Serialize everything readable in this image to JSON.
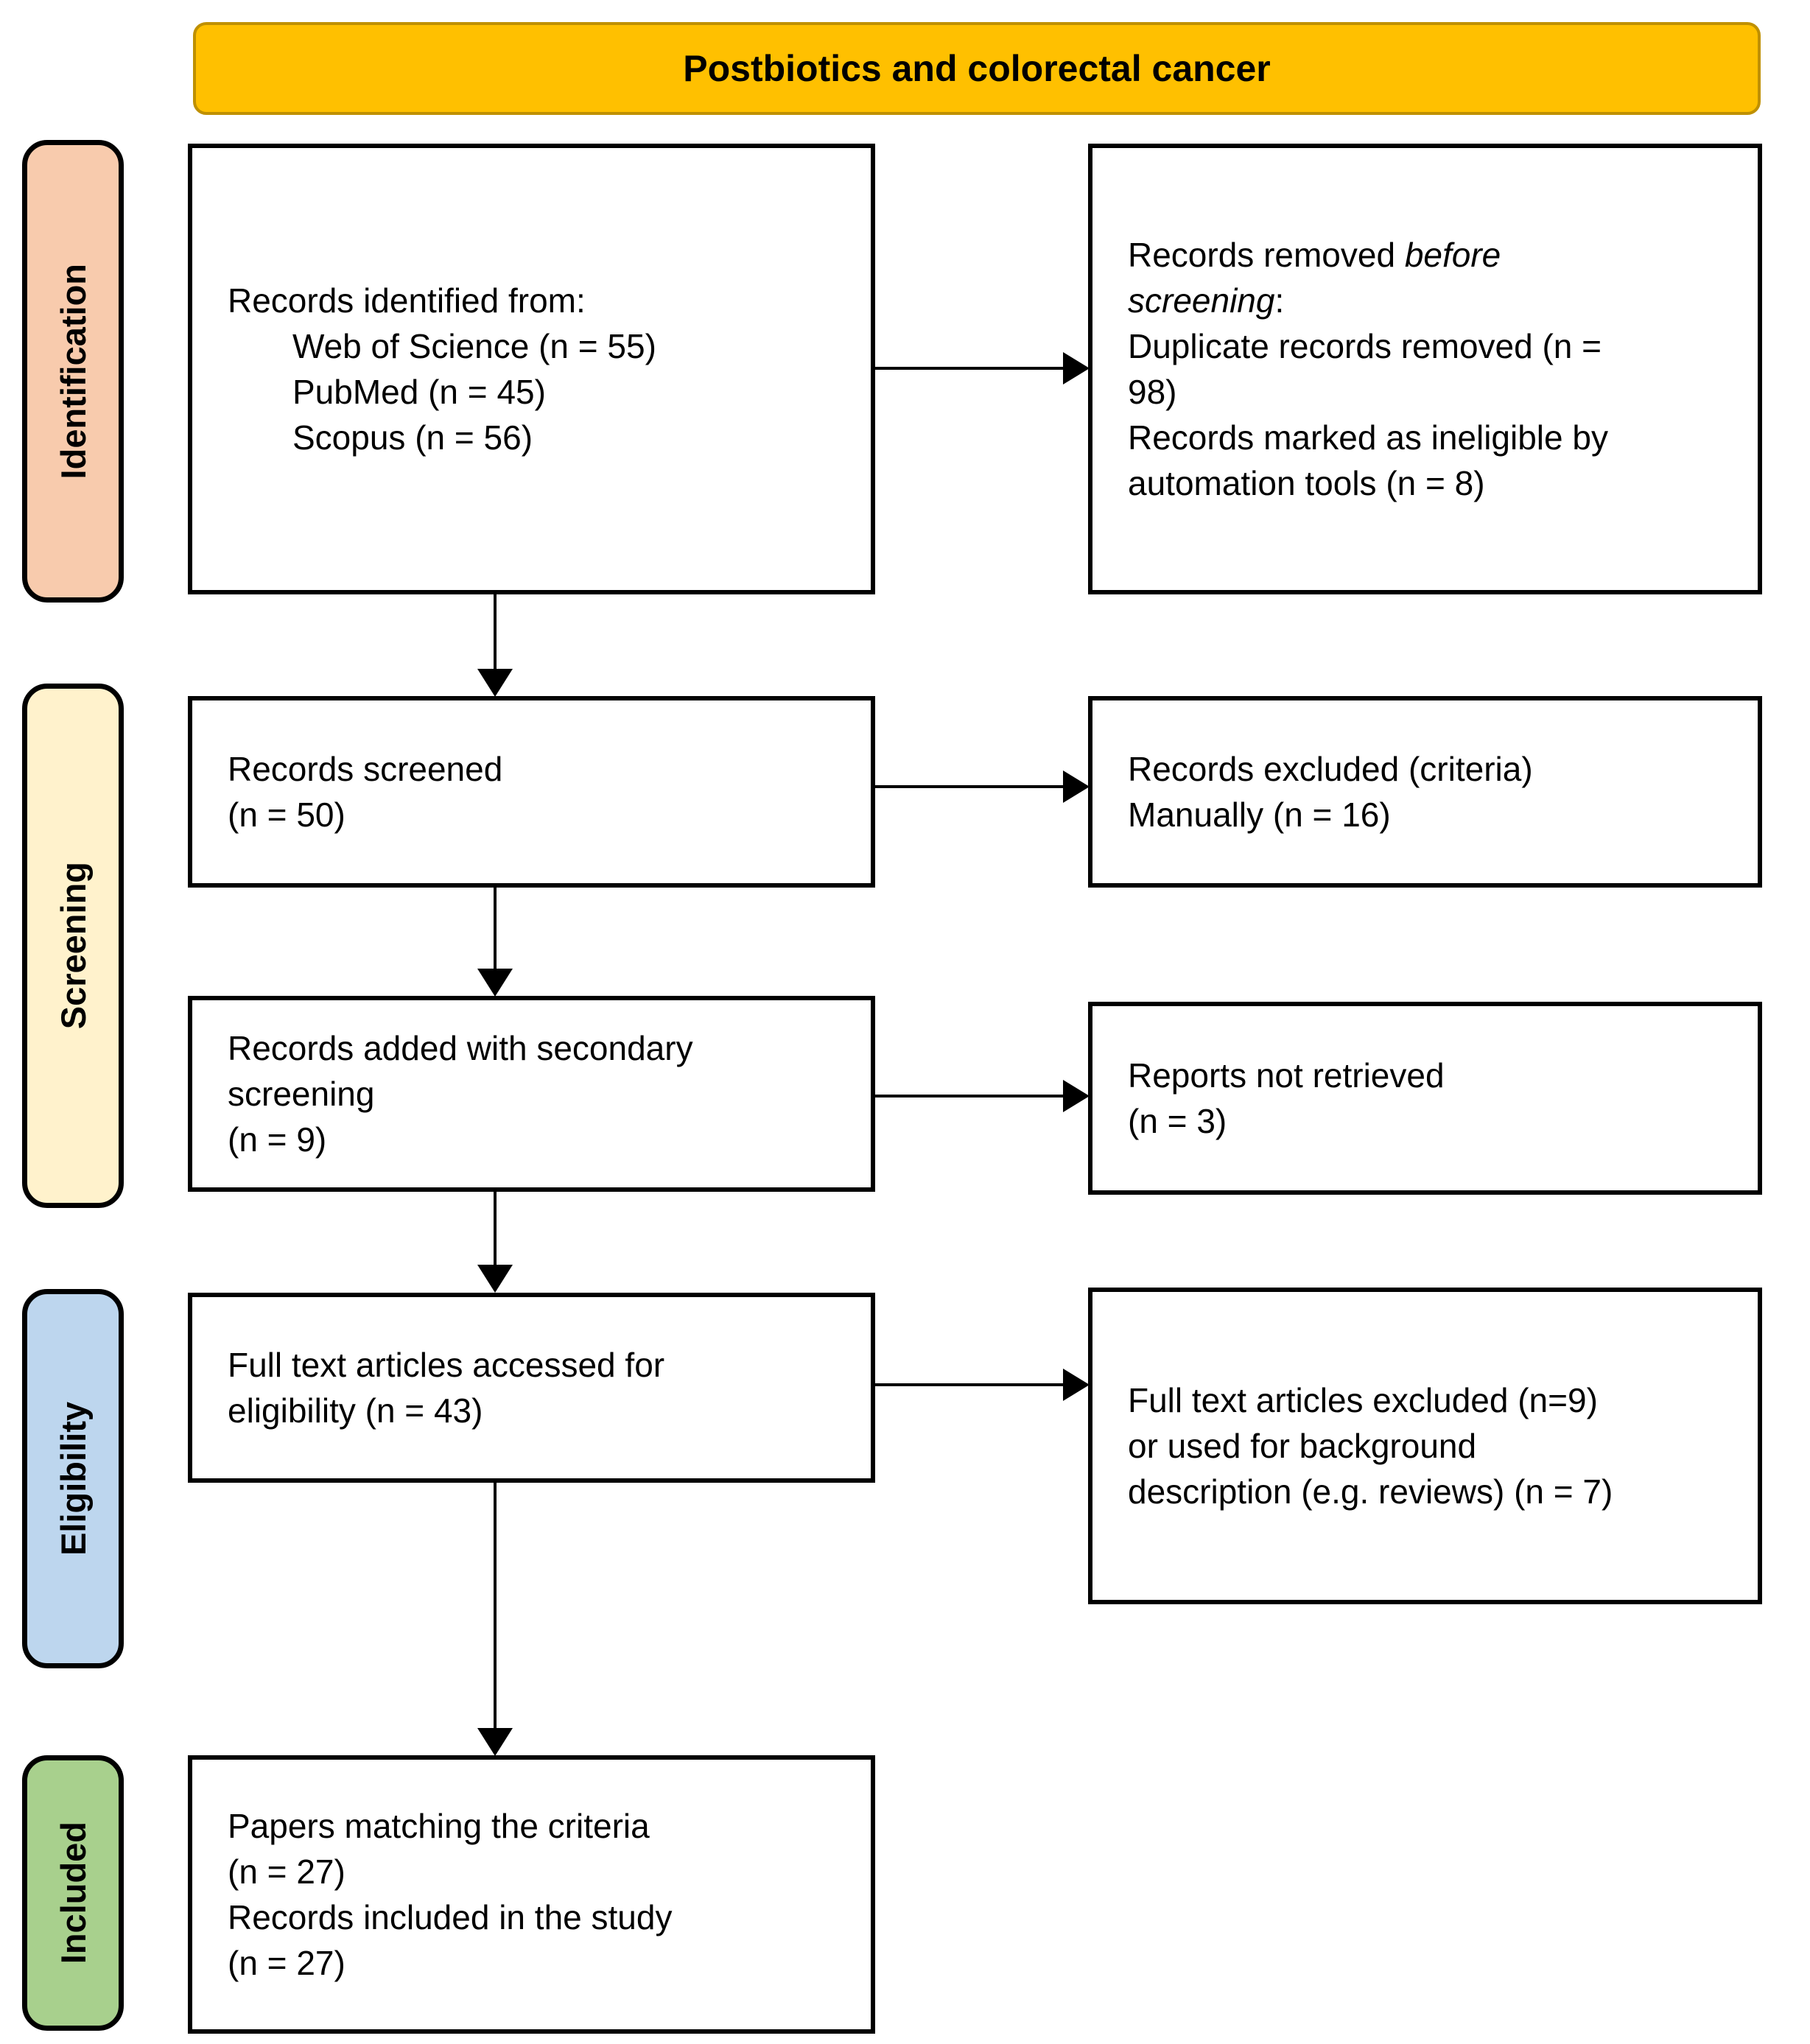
{
  "banner": {
    "label": "Postbiotics and colorectal cancer",
    "bg": "#FFC000"
  },
  "stages": [
    {
      "label": "Identification",
      "bg": "#F8CBAD"
    },
    {
      "label": "Screening",
      "bg": "#FFF2CC"
    },
    {
      "label": "Eligibility",
      "bg": "#BDD6EE"
    },
    {
      "label": "Included",
      "bg": "#A8D08D"
    }
  ],
  "flow": {
    "records_identified": {
      "intro": "Records identified from:",
      "sources": [
        "Web of Science (n = 55)",
        "PubMed (n = 45)",
        "Scopus (n = 56)"
      ]
    },
    "records_removed": {
      "prefix": "Records removed ",
      "italic": "before screening",
      "suffix": ":",
      "duplicates": "Duplicate records removed (n = 98)",
      "ineligible": "Records marked as ineligible by automation tools (n = 8)"
    },
    "records_screened": {
      "text": "Records screened",
      "count": "(n = 50)"
    },
    "records_excluded": {
      "text": "Records excluded (criteria)",
      "count": "Manually (n = 16)"
    },
    "secondary_screening": {
      "text": "Records added with secondary screening",
      "count": "(n = 9)"
    },
    "reports_not_retrieved": {
      "text": "Reports not retrieved",
      "count": "(n = 3)"
    },
    "full_text_assessed": {
      "text": "Full text articles accessed for eligibility (n = 43)"
    },
    "full_text_excluded": {
      "text": "Full text articles excluded (n=9) or used for background description (e.g. reviews) (n = 7)"
    },
    "included": {
      "line1": "Papers matching the criteria",
      "count1": "(n = 27)",
      "line2": "Records included in the study",
      "count2": "(n = 27)"
    }
  }
}
